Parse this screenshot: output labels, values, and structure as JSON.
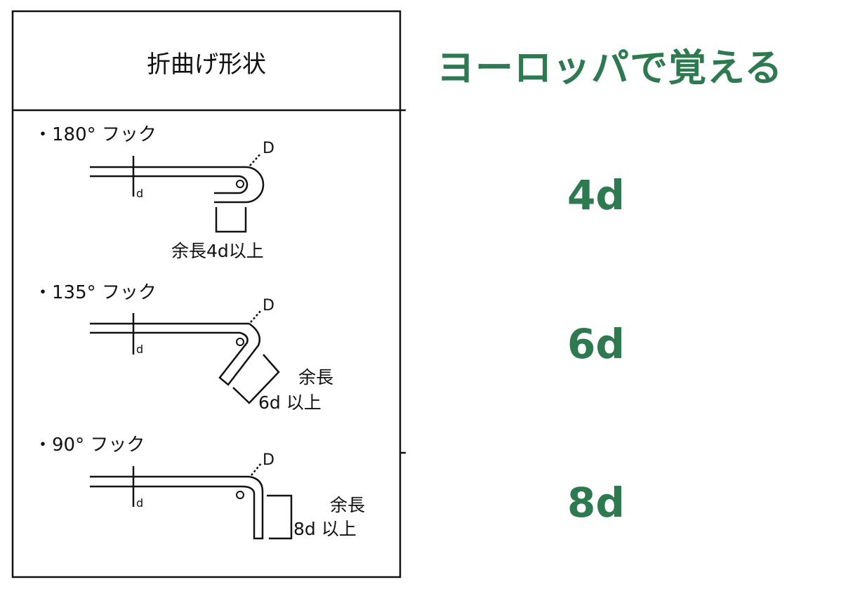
{
  "table": {
    "header": "折曲げ形状",
    "hooks": [
      {
        "label": "・180°  フック",
        "bend_label": "D",
        "bar_label": "d",
        "extra_length": [
          "余長4d以上"
        ]
      },
      {
        "label": "・135°  フック",
        "bend_label": "D",
        "bar_label": "d",
        "extra_length": [
          "余長",
          "6d 以上"
        ]
      },
      {
        "label": "・90°  フック",
        "bend_label": "D",
        "bar_label": "d",
        "extra_length": [
          "余長",
          "8d 以上"
        ]
      }
    ]
  },
  "mnemonic": {
    "title": "ヨーロッパで覚える",
    "values": [
      "4d",
      "6d",
      "8d"
    ],
    "color": "#2e7a50"
  }
}
